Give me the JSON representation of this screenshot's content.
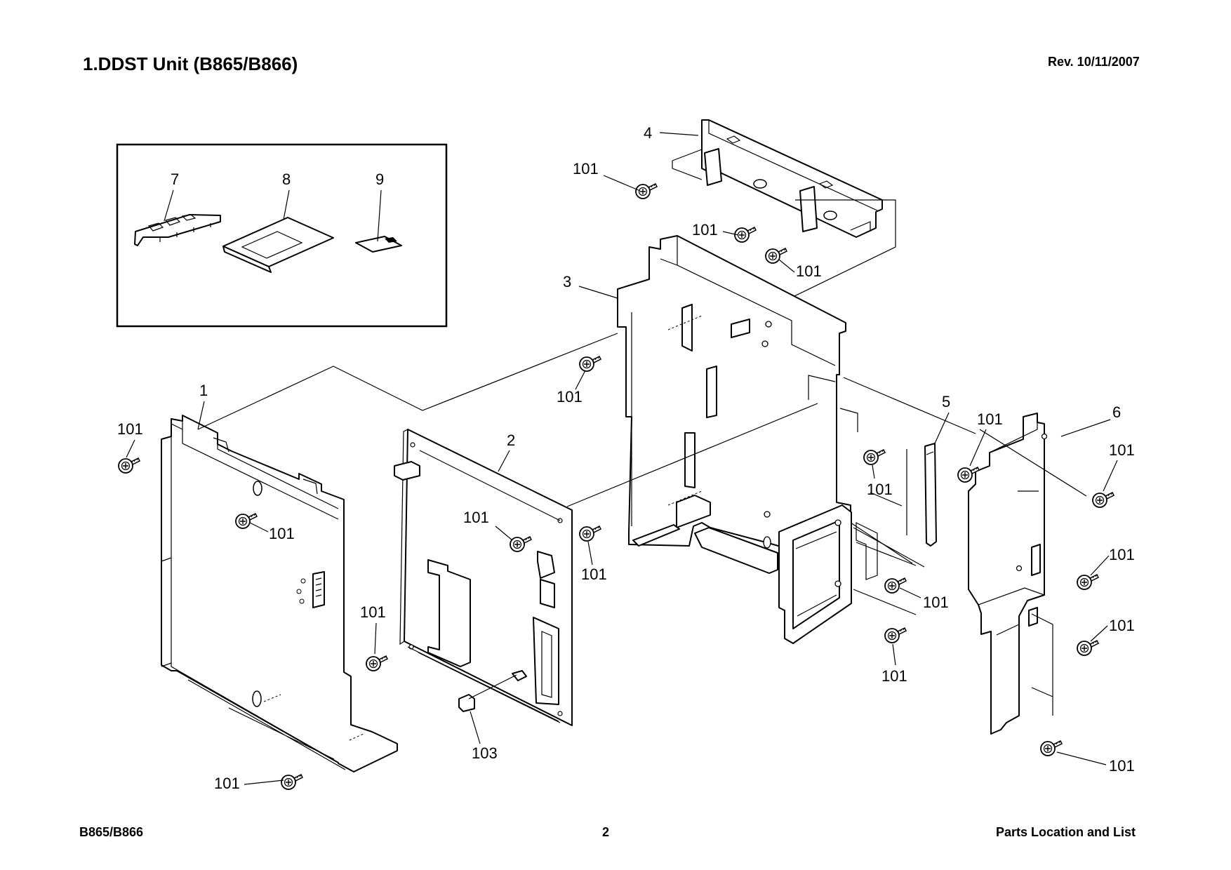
{
  "header": {
    "title": "1.DDST Unit (B865/B866)",
    "revision": "Rev. 10/11/2007"
  },
  "footer": {
    "model": "B865/B866",
    "page_number": "2",
    "section": "Parts Location and List"
  },
  "callouts": {
    "part_1": "1",
    "part_2": "2",
    "part_3": "3",
    "part_4": "4",
    "part_5": "5",
    "part_6": "6",
    "part_7": "7",
    "part_8": "8",
    "part_9": "9",
    "screw": "101",
    "connector": "103"
  }
}
